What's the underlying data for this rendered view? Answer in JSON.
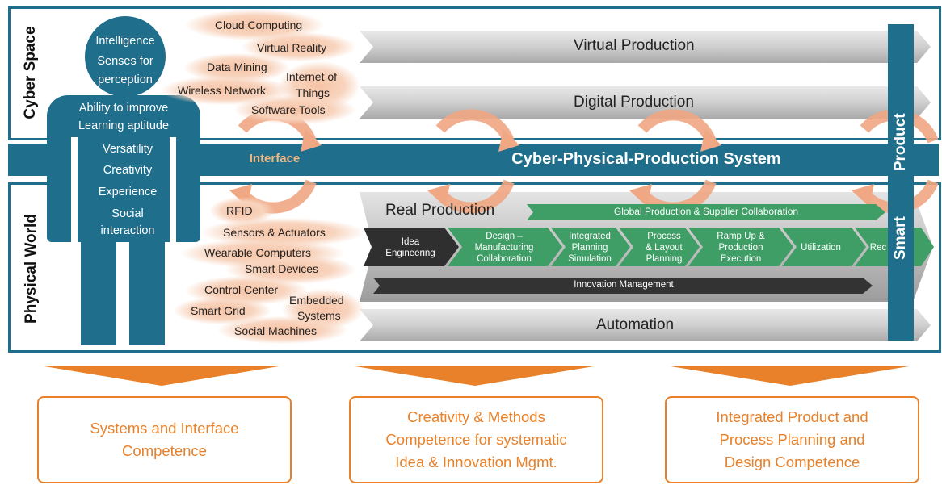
{
  "sections": {
    "cyber_space": "Cyber Space",
    "physical_world": "Physical World"
  },
  "band": {
    "title": "Cyber-Physical-Production System",
    "interface": "Interface"
  },
  "human": {
    "head": [
      "Intelligence",
      "Senses for",
      "perception"
    ],
    "body": [
      "Ability to improve",
      "Learning aptitude",
      "Versatility",
      "Creativity",
      "Experience",
      "Social",
      "interaction"
    ]
  },
  "cyber_tags": {
    "cloud": "Cloud Computing",
    "vr": "Virtual Reality",
    "mining": "Data Mining",
    "iot_1": "Internet of",
    "iot_2": "Things",
    "wireless": "Wireless Network",
    "software": "Software Tools"
  },
  "physical_tags": {
    "rfid": "RFID",
    "sensors": "Sensors & Actuators",
    "wearable": "Wearable Computers",
    "smart_devices": "Smart Devices",
    "control": "Control Center",
    "embedded_1": "Embedded",
    "embedded_2": "Systems",
    "grid": "Smart Grid",
    "social": "Social Machines"
  },
  "arrows": {
    "virtual": "Virtual Production",
    "digital": "Digital Production",
    "real": "Real Production",
    "automation": "Automation"
  },
  "real_production": {
    "collab": "Global Production & Supplier Collaboration",
    "steps": [
      {
        "l1": "Idea",
        "l2": "Engineering",
        "l3": ""
      },
      {
        "l1": "Design –",
        "l2": "Manufacturing",
        "l3": "Collaboration"
      },
      {
        "l1": "Integrated",
        "l2": "Planning",
        "l3": "Simulation"
      },
      {
        "l1": "Process",
        "l2": "& Layout",
        "l3": "Planning"
      },
      {
        "l1": "Ramp Up &",
        "l2": "Production",
        "l3": "Execution"
      },
      {
        "l1": "Utilization",
        "l2": "",
        "l3": ""
      },
      {
        "l1": "Rec",
        "l2": "",
        "l3": ""
      }
    ],
    "innovation": "Innovation Management"
  },
  "smart": {
    "smart": "Smart",
    "product": "Product"
  },
  "competences": [
    {
      "l1": "Systems and Interface",
      "l2": "Competence",
      "l3": ""
    },
    {
      "l1": "Creativity & Methods",
      "l2": "Competence for systematic",
      "l3": "Idea & Innovation Mgmt."
    },
    {
      "l1": "Integrated Product and",
      "l2": "Process Planning and",
      "l3": "Design Competence"
    }
  ],
  "colors": {
    "blue": "#1f6e8c",
    "orange": "#e8812a",
    "green": "#3f9e66",
    "peach": "#f4b77f"
  }
}
